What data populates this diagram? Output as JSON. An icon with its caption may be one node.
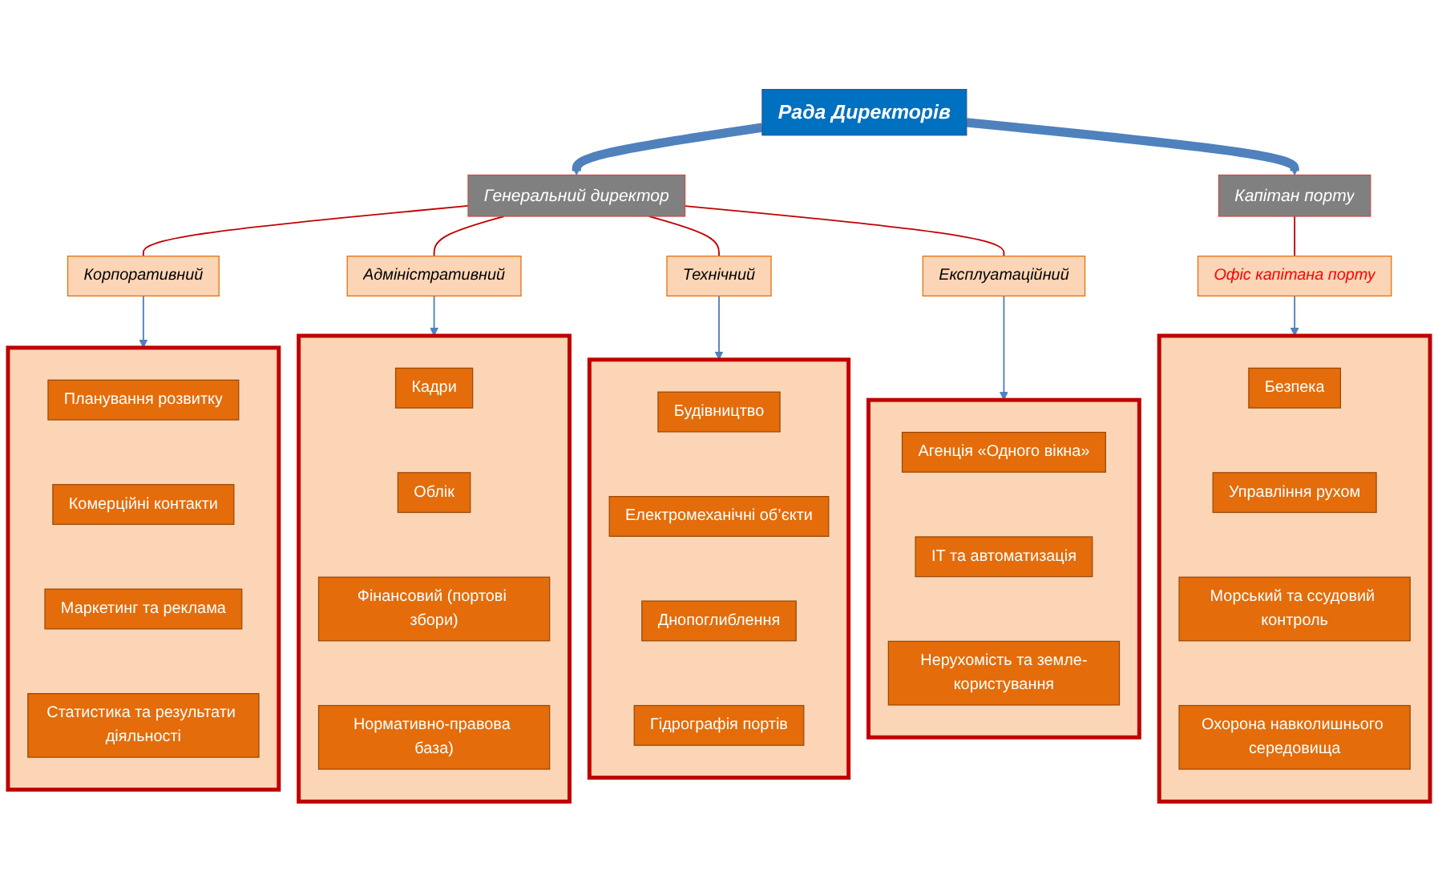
{
  "diagram": {
    "nodes": [
      {
        "text": [
          "Рада Директорів"
        ]
      },
      {
        "text": [
          "Генеральний директор"
        ]
      },
      {
        "text": [
          "Капітан порту"
        ]
      },
      {
        "text": [
          "Корпоративний"
        ]
      },
      {
        "text": [
          "Адміністративний"
        ]
      },
      {
        "text": [
          "Технічний"
        ]
      },
      {
        "text": [
          "Експлуатаційний"
        ]
      },
      {
        "text": [
          "Офіс капітана порту"
        ]
      },
      {
        "text": [],
        "shape": "box"
      },
      {
        "text": [
          "Планування розвитку"
        ],
        "in": 8
      },
      {
        "text": [
          "Комерційні контакти"
        ],
        "in": 8
      },
      {
        "text": [
          "Маркетинг та реклама"
        ],
        "in": 8
      },
      {
        "text": [
          "Статистика та результати діяльності"
        ],
        "in": 8
      },
      {
        "text": [],
        "shape": "box"
      },
      {
        "text": [
          "Кадри"
        ],
        "in": 13
      },
      {
        "text": [
          "Облік"
        ],
        "in": 13
      },
      {
        "text": [
          "Фінансовий (портові збори)"
        ],
        "in": 13
      },
      {
        "text": [
          "Нормативно-правова база)"
        ],
        "in": 13
      },
      {
        "text": [],
        "shape": "box"
      },
      {
        "text": [
          "Будівництво"
        ],
        "in": 18
      },
      {
        "text": [
          "Електромеханічні об’єкти"
        ],
        "in": 18
      },
      {
        "text": [
          "Днопоглиблення"
        ],
        "in": 18
      },
      {
        "text": [
          "Гідрографія портів"
        ],
        "in": 18
      },
      {
        "text": [],
        "shape": "box"
      },
      {
        "text": [
          "Агенція «Одного вікна»"
        ],
        "in": 23
      },
      {
        "text": [
          "ІТ та автоматизація"
        ],
        "in": 23
      },
      {
        "text": [
          "Нерухомість та земле-користування"
        ],
        "in": 23
      },
      {
        "text": [],
        "shape": "box"
      },
      {
        "text": [
          "Безпека"
        ],
        "in": 27
      },
      {
        "text": [
          "Управління рухом"
        ],
        "in": 27
      },
      {
        "text": [
          "Морський та ссудовий контроль"
        ],
        "in": 27
      },
      {
        "text": [
          "Охорона навколишнього середовища"
        ],
        "in": 27
      }
    ],
    "edges": [
      {
        "from": 0,
        "to": 1,
        "arrow": "to",
        "style": "thick"
      },
      {
        "from": 0,
        "to": 2,
        "arrow": "to",
        "style": "thick"
      },
      {
        "from": 1,
        "to": 3,
        "arrow": "none",
        "color": "#c00000"
      },
      {
        "from": 1,
        "to": 4,
        "arrow": "none",
        "color": "#c00000"
      },
      {
        "from": 1,
        "to": 5,
        "arrow": "none",
        "color": "#c00000"
      },
      {
        "from": 1,
        "to": 6,
        "arrow": "none",
        "color": "#c00000"
      },
      {
        "from": 2,
        "to": 7,
        "arrow": "none",
        "color": "#c00000"
      },
      {
        "from": 3,
        "to": 8,
        "arrow": "to"
      },
      {
        "from": 4,
        "to": 13,
        "arrow": "to"
      },
      {
        "from": 5,
        "to": 18,
        "arrow": "to"
      },
      {
        "from": 6,
        "to": 23,
        "arrow": "to"
      },
      {
        "from": 7,
        "to": 27,
        "arrow": "to"
      }
    ]
  }
}
